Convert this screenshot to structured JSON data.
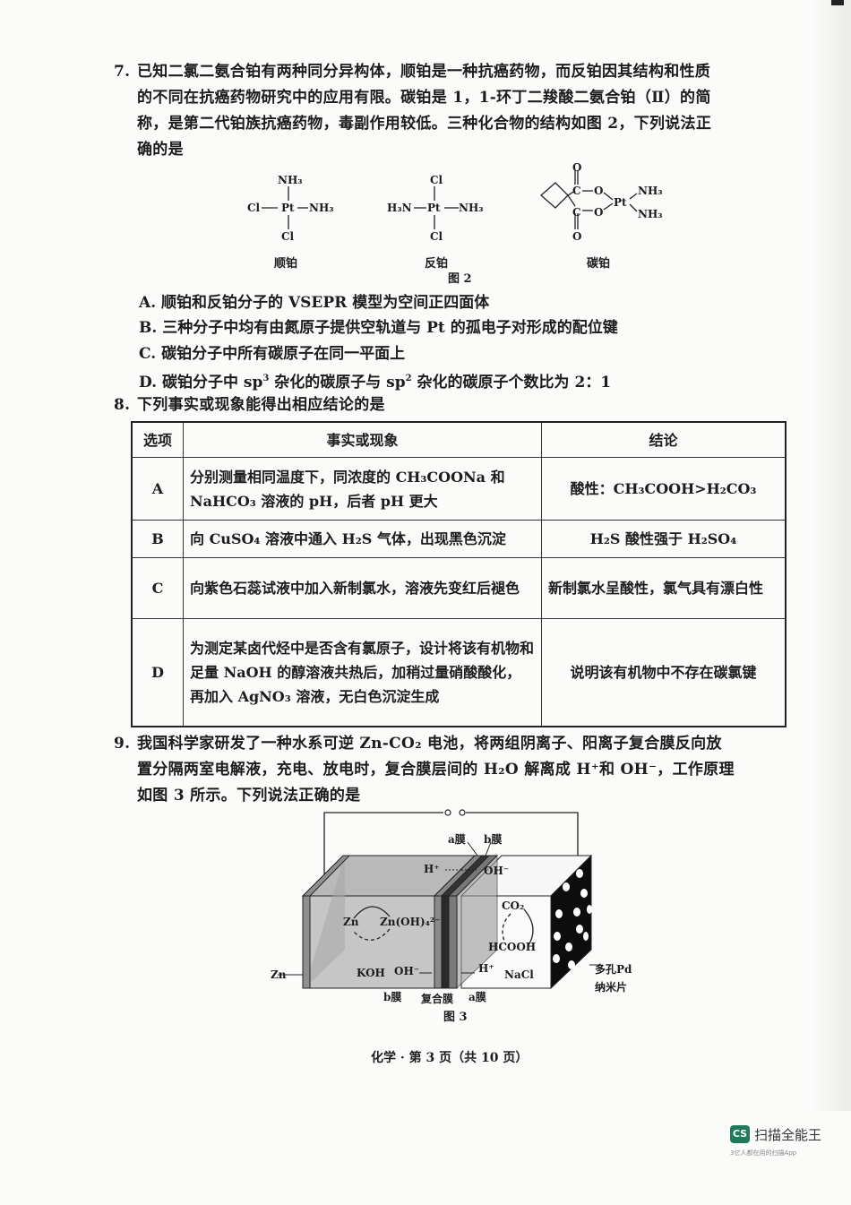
{
  "q7": {
    "number": "7.",
    "lines": [
      "已知二氯二氨合铂有两种同分异构体，顺铂是一种抗癌药物，而反铂因其结构和性质",
      "的不同在抗癌药物研究中的应用有限。碳铂是 1，1-环丁二羧酸二氨合铂（Ⅱ）的简",
      "称，是第二代铂族抗癌药物，毒副作用较低。三种化合物的结构如图 2，下列说法正",
      "确的是"
    ],
    "figure": {
      "caption": "图 2",
      "structures": [
        {
          "name": "顺铂",
          "top": "NH₃",
          "left": "Cl",
          "center": "Pt",
          "right": "NH₃",
          "bottom": "Cl"
        },
        {
          "name": "反铂",
          "top": "Cl",
          "left": "H₃N",
          "center": "Pt",
          "right": "NH₃",
          "bottom": "Cl"
        },
        {
          "name": "碳铂",
          "ligand_top": "NH₃",
          "ligand_bottom": "NH₃",
          "center": "Pt",
          "carbonyl_o": "O",
          "ester_o": "O",
          "carbon": "C"
        }
      ]
    },
    "options": [
      {
        "label": "A.",
        "text": "顺铂和反铂分子的 VSEPR 模型为空间正四面体"
      },
      {
        "label": "B.",
        "text": "三种分子中均有由氮原子提供空轨道与 Pt 的孤电子对形成的配位键"
      },
      {
        "label": "C.",
        "text": "碳铂分子中所有碳原子在同一平面上"
      },
      {
        "label": "D.",
        "text_pre": "碳铂分子中 sp",
        "sup1": "3",
        "text_mid": " 杂化的碳原子与 sp",
        "sup2": "2",
        "text_post": " 杂化的碳原子个数比为 2：1"
      }
    ]
  },
  "q8": {
    "number": "8.",
    "stem": "下列事实或现象能得出相应结论的是",
    "table": {
      "headers": [
        "选项",
        "事实或现象",
        "结论"
      ],
      "rows": [
        {
          "option": "A",
          "fact": "分别测量相同温度下，同浓度的 CH₃COONa 和 NaHCO₃ 溶液的 pH，后者 pH 更大",
          "conclusion": "酸性：CH₃COOH>H₂CO₃"
        },
        {
          "option": "B",
          "fact": "向 CuSO₄ 溶液中通入 H₂S 气体，出现黑色沉淀",
          "conclusion": "H₂S 酸性强于 H₂SO₄"
        },
        {
          "option": "C",
          "fact": "向紫色石蕊试液中加入新制氯水，溶液先变红后褪色",
          "conclusion": "新制氯水呈酸性，氯气具有漂白性"
        },
        {
          "option": "D",
          "fact": "为测定某卤代烃中是否含有氯原子，设计将该有机物和足量 NaOH 的醇溶液共热后，加稍过量硝酸酸化，再加入 AgNO₃ 溶液，无白色沉淀生成",
          "conclusion": "说明该有机物中不存在碳氯键"
        }
      ]
    }
  },
  "q9": {
    "number": "9.",
    "lines": [
      "我国科学家研发了一种水系可逆 Zn-CO₂ 电池，将两组阴离子、阳离子复合膜反向放",
      "置分隔两室电解液，充电、放电时，复合膜层间的 H₂O 解离成 H⁺和 OH⁻，工作原理",
      "如图 3 所示。下列说法正确的是"
    ],
    "figure": {
      "caption": "图 3",
      "labels": {
        "a_membrane_top": "a膜",
        "b_membrane_top": "b膜",
        "h_plus_top": "H⁺",
        "oh_minus_top": "OH⁻",
        "zn_cycle_left": "Zn",
        "zn_cycle_right": "Zn(OH)₄²⁻",
        "co2": "CO₂",
        "hcooh": "HCOOH",
        "zn_electrode": "Zn",
        "koh": "KOH",
        "oh_minus_bottom": "OH⁻",
        "h_plus_bottom": "H⁺",
        "nacl": "NaCl",
        "b_membrane_bottom": "b膜",
        "composite_membrane": "复合膜",
        "a_membrane_bottom": "a膜",
        "pd_line1": "多孔Pd",
        "pd_line2": "纳米片"
      }
    }
  },
  "footer": {
    "text": "化学 · 第 3 页（共 10 页）"
  },
  "watermark": {
    "logo": "CS",
    "name": "扫描全能王",
    "tagline": "3亿人都在用的扫描App"
  }
}
